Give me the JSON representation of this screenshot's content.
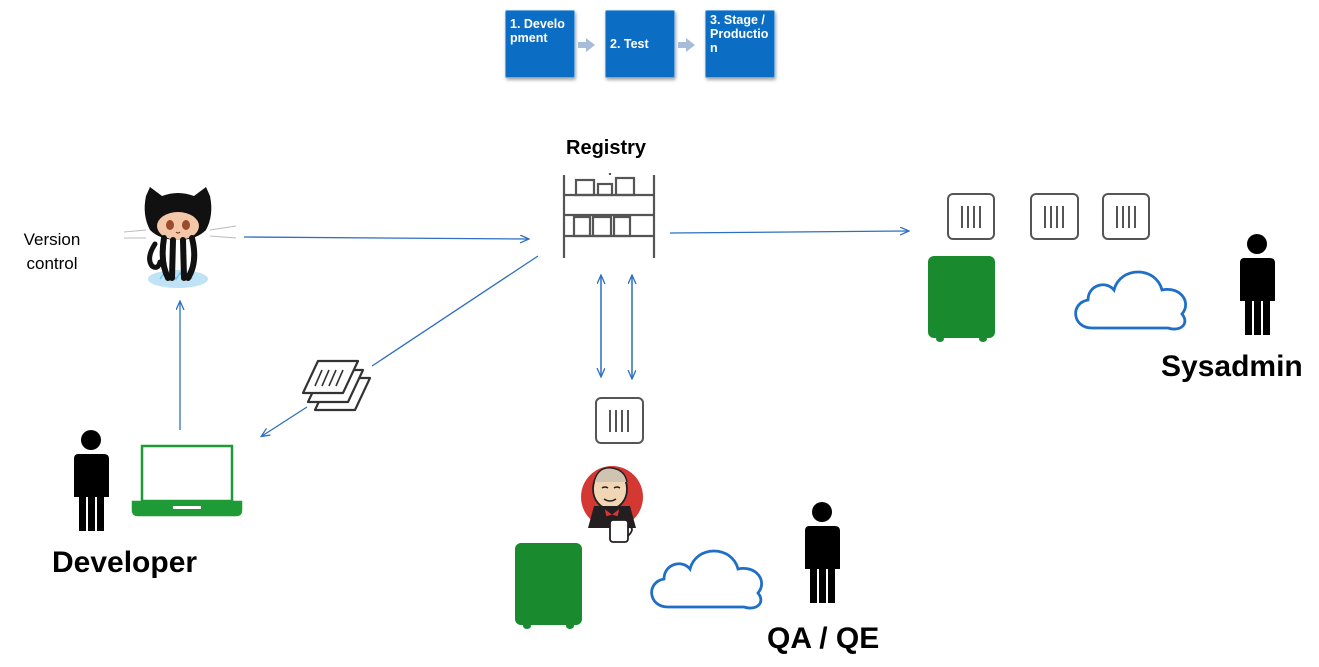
{
  "pipeline": {
    "steps": [
      {
        "label": "1. Development"
      },
      {
        "label": "2. Test"
      },
      {
        "label": "3. Stage / Production"
      }
    ]
  },
  "labels": {
    "registry": "Registry",
    "version_control": "Version control",
    "developer": "Developer",
    "qa": "QA / QE",
    "sysadmin": "Sysadmin"
  },
  "colors": {
    "step_blue": "#0c6dc4",
    "arrow_blue": "#2d6fc0",
    "server_green": "#1a8a2e",
    "laptop_green": "#1e9b36",
    "cloud_blue": "#1f6fc6"
  },
  "icons": [
    "octocat-icon",
    "registry-shelf-icon",
    "container-icon",
    "server-icon",
    "cloud-icon",
    "person-icon",
    "laptop-icon",
    "jenkins-icon",
    "documents-icon"
  ]
}
